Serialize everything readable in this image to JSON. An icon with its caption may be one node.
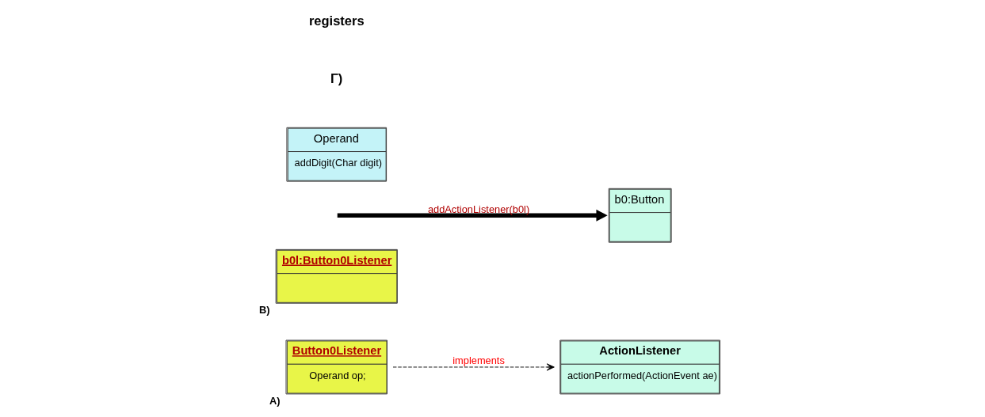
{
  "diagram": {
    "nodes": [
      {
        "text": [
          "ActionListener",
          "actionPerformed(ActionEvent ae)"
        ]
      },
      {
        "text": [
          "Button0Listener",
          "Operand op;"
        ],
        "beside": [
          "A)"
        ]
      },
      {
        "text": [
          "b0l:Button0Listener"
        ],
        "beside": [
          "B)"
        ]
      },
      {
        "text": [
          "b0:Button"
        ]
      },
      {
        "text": [
          "Operand",
          "addDigit(Char digit)"
        ]
      }
    ],
    "edges": [
      {
        "from": 1,
        "to": 0,
        "arrow": "to",
        "style": "dashed",
        "label": "implements"
      },
      {
        "from": null,
        "to": 3,
        "arrow": "to",
        "style": "thick",
        "label": "addActionListener(b0l)"
      }
    ],
    "labels": [
      "Γ)",
      "registers"
    ]
  }
}
